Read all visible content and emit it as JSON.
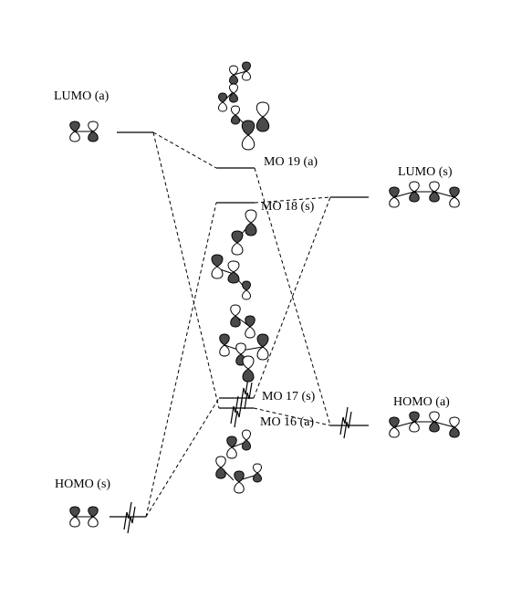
{
  "levels": {
    "lumo_a": "LUMO (a)",
    "homo_s": "HOMO (s)",
    "mo19": "MO 19 (a)",
    "mo18": "MO 18 (s)",
    "mo17": "MO 17 (s)",
    "mo16": "MO 16 (a)",
    "lumo_s": "LUMO (s)",
    "homo_a": "HOMO (a)"
  }
}
